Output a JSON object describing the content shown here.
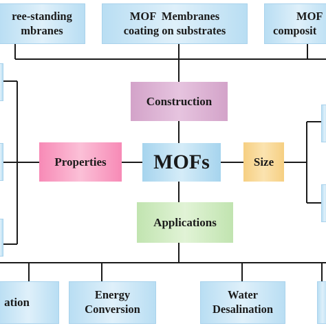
{
  "top": {
    "free_standing": {
      "line1": "ree-standing",
      "line2": "mbranes"
    },
    "coating": {
      "line1": "MOF  Membranes",
      "line2": "coating on substrates"
    },
    "composite": {
      "line1": "MOF",
      "line2": "composit"
    }
  },
  "center": {
    "construction": "Construction",
    "properties": "Properties",
    "mofs": "MOFs",
    "size": "Size",
    "applications": "Applications"
  },
  "bottom": {
    "left": "ation",
    "energy": {
      "line1": "Energy",
      "line2": "Conversion"
    },
    "water": {
      "line1": "Water",
      "line2": "Desalination"
    }
  },
  "colors": {
    "blue_box": "#b9def3",
    "construction": "#d3a3c9",
    "properties": "#f78ab6",
    "size": "#f6cf82",
    "applications": "#c1e4b0",
    "connector": "#1a1a1a"
  }
}
